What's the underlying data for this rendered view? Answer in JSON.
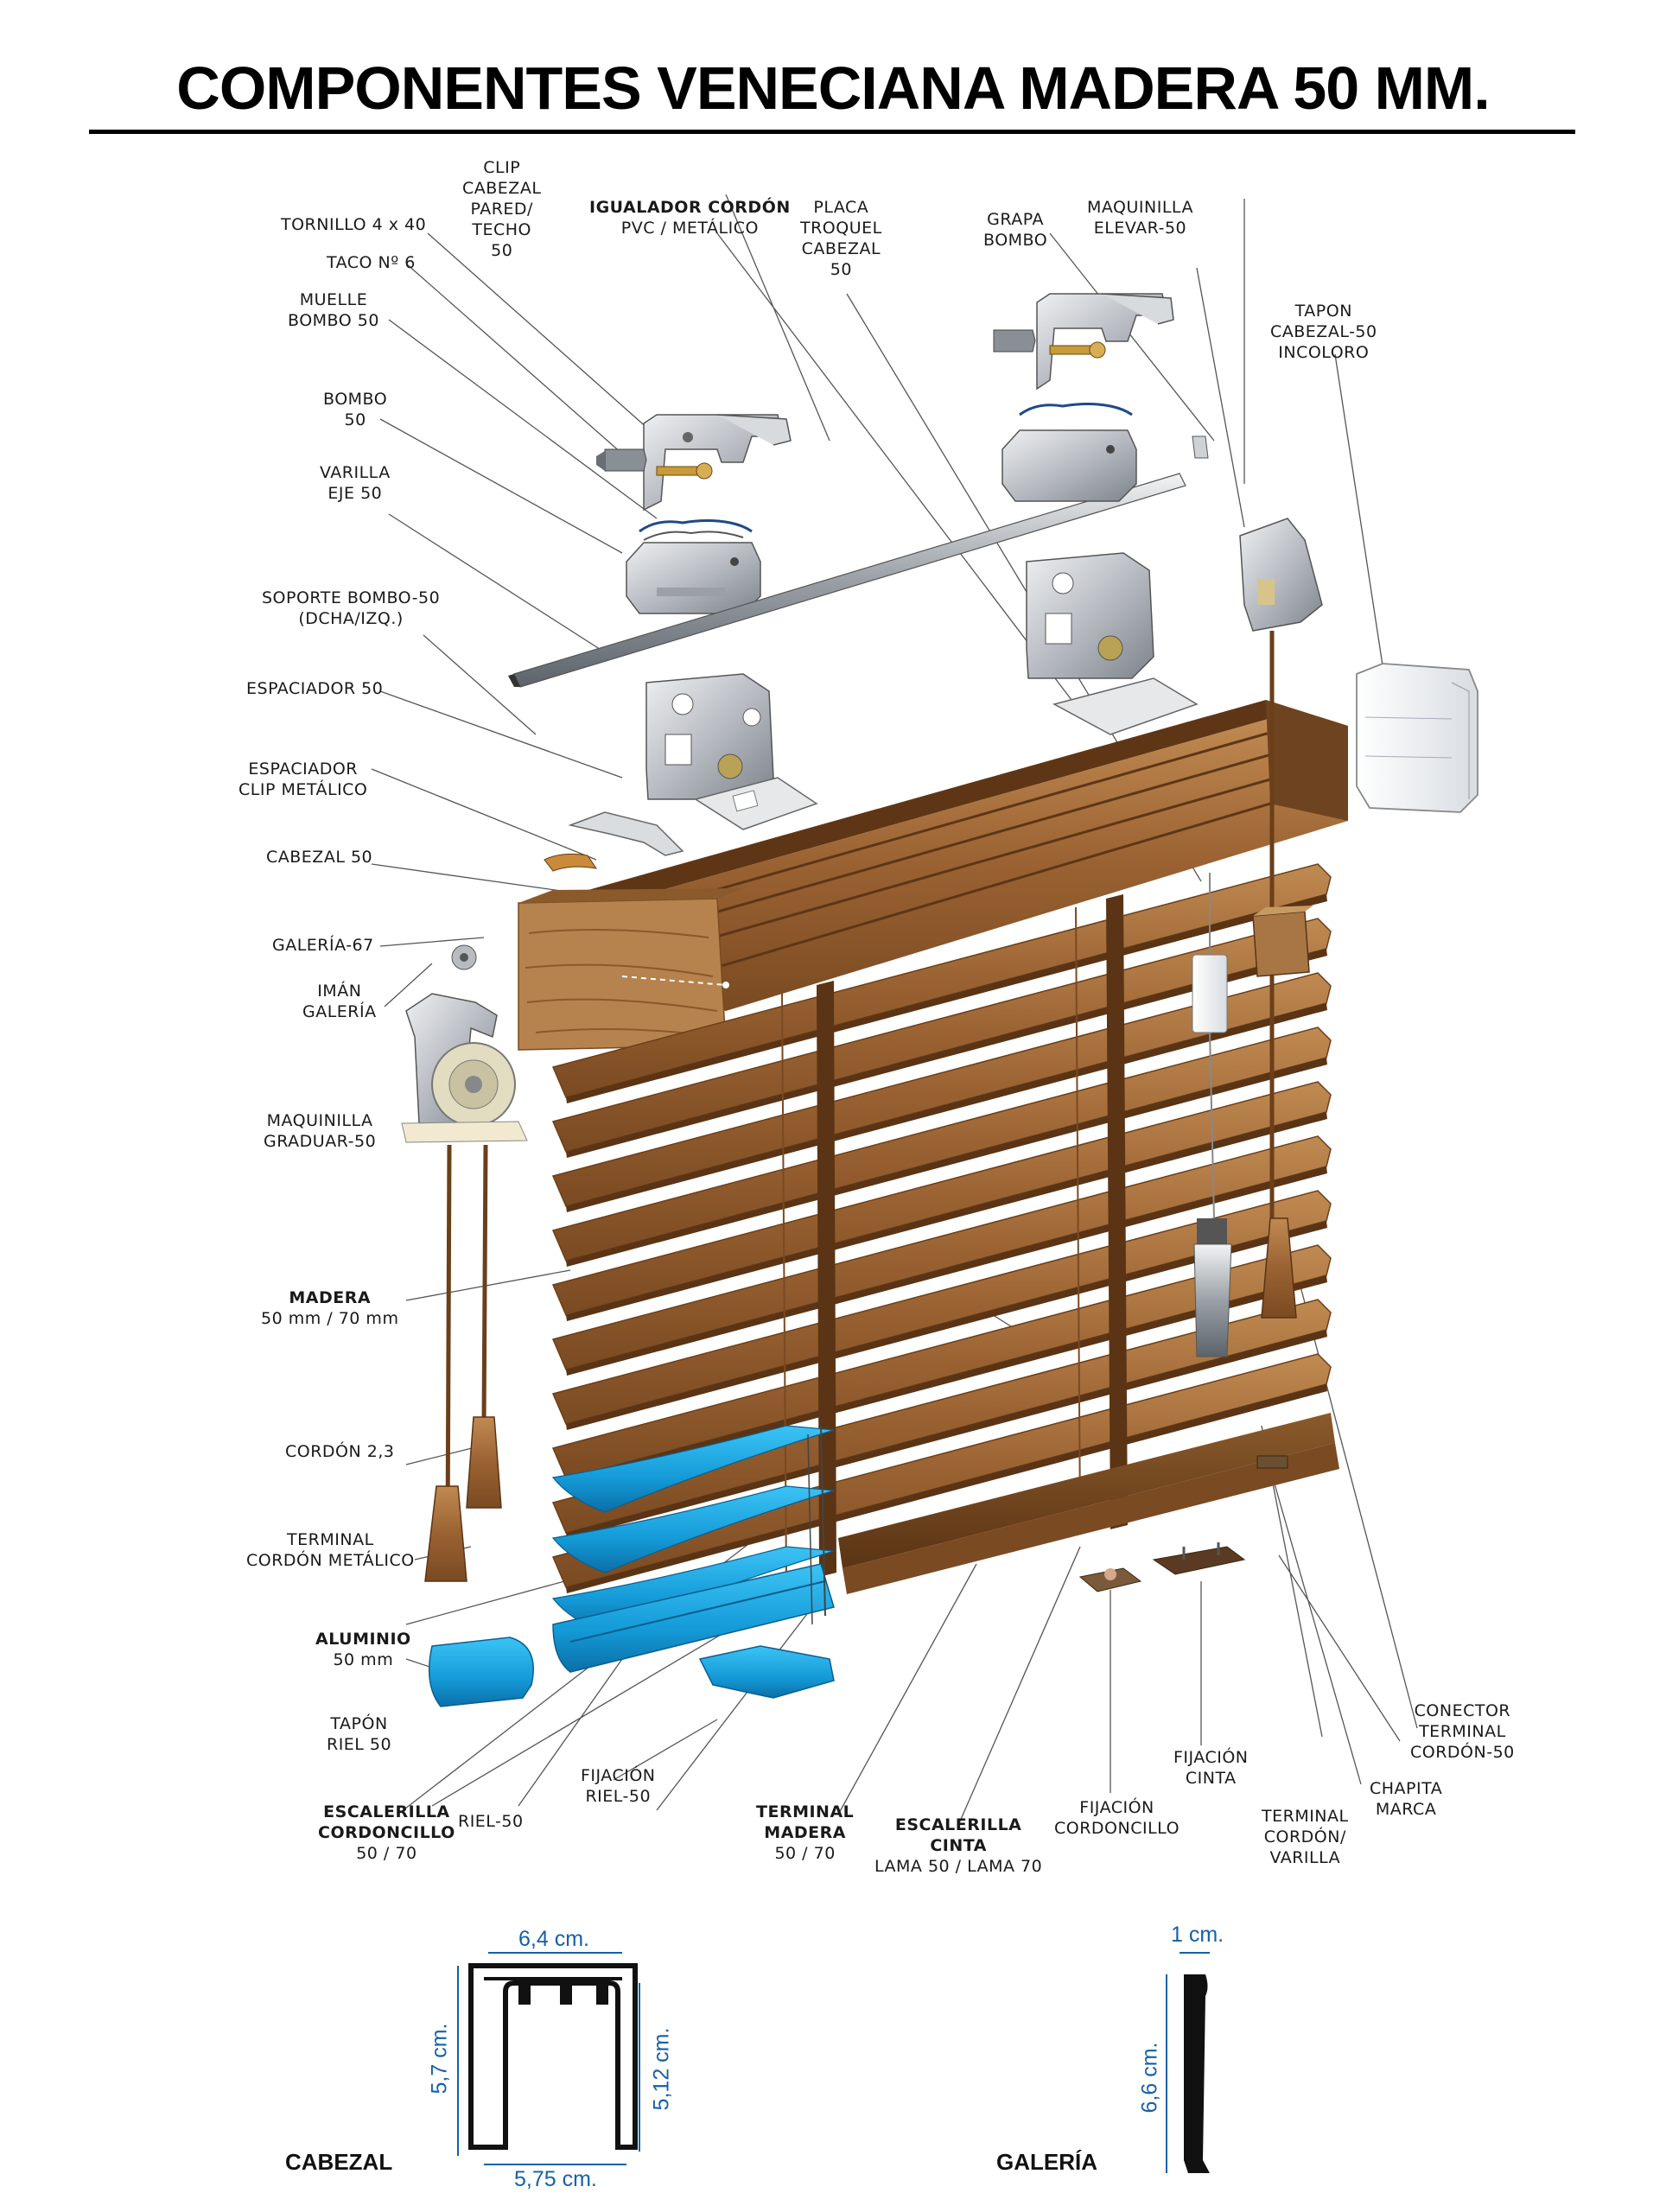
{
  "title": "COMPONENTES VENECIANA MADERA 50 MM.",
  "colors": {
    "wood_dark": "#6b3f1a",
    "wood_mid": "#9a6232",
    "wood_light": "#b98550",
    "aluminium_blue": "#1ba3e0",
    "metal": "#c4c8cc",
    "dimension_blue": "#1560a8"
  },
  "labels": {
    "tornillo": "TORNILLO 4 x 40",
    "taco": "TACO Nº 6",
    "muelle": [
      "MUELLE",
      "BOMBO 50"
    ],
    "bombo": [
      "BOMBO",
      "50"
    ],
    "varilla": [
      "VARILLA",
      "EJE 50"
    ],
    "soporte": [
      "SOPORTE BOMBO-50",
      "(DCHA/IZQ.)"
    ],
    "espaciador": "ESPACIADOR 50",
    "espaciador_clip": [
      "ESPACIADOR",
      "CLIP METÁLICO"
    ],
    "cabezal": "CABEZAL 50",
    "galeria": "GALERÍA-67",
    "iman": [
      "IMÁN",
      "GALERÍA"
    ],
    "maquinilla_graduar": [
      "MAQUINILLA",
      "GRADUAR-50"
    ],
    "madera": [
      "MADERA",
      "50 mm / 70 mm"
    ],
    "cordon": "CORDÓN 2,3",
    "terminal_cordon_metalico": [
      "TERMINAL",
      "CORDÓN METÁLICO"
    ],
    "aluminio": [
      "ALUMINIO",
      "50 mm"
    ],
    "tapon_riel": [
      "TAPÓN",
      "RIEL 50"
    ],
    "escalerilla_cordoncillo": [
      "ESCALERILLA",
      "CORDONCILLO",
      "50  /  70"
    ],
    "riel": "RIEL-50",
    "fijacion_riel": [
      "FIJACIÓN",
      "RIEL-50"
    ],
    "terminal_madera": [
      "TERMINAL",
      "MADERA",
      "50 / 70"
    ],
    "escalerilla_cinta": [
      "ESCALERILLA",
      "CINTA",
      "LAMA 50 / LAMA 70"
    ],
    "fijacion_cordoncillo": [
      "FIJACIÓN",
      "CORDONCILLO"
    ],
    "fijacion_cinta": [
      "FIJACIÓN",
      "CINTA"
    ],
    "terminal_cordon_varilla": [
      "TERMINAL",
      "CORDÓN/",
      "VARILLA"
    ],
    "chapita_marca": [
      "CHAPITA",
      "MARCA"
    ],
    "conector_terminal": [
      "CONECTOR",
      "TERMINAL",
      "CORDÓN-50"
    ],
    "clip_cabezal": [
      "CLIP",
      "CABEZAL",
      "PARED/",
      "TECHO",
      "50"
    ],
    "igualador": [
      "IGUALADOR CORDÓN",
      "PVC /  METÁLICO"
    ],
    "placa_troquel": [
      "PLACA",
      "TROQUEL",
      "CABEZAL",
      "50"
    ],
    "grapa_bombo": [
      "GRAPA",
      "BOMBO"
    ],
    "maquinilla_elevar": [
      "MAQUINILLA",
      "ELEVAR-50"
    ],
    "tapon_cabezal": [
      "TAPON",
      "CABEZAL-50",
      "INCOLORO"
    ]
  },
  "sections": {
    "cabezal": "CABEZAL",
    "galeria": "GALERÍA"
  },
  "dimensions": {
    "cabezal_top": "6,4 cm.",
    "cabezal_left": "5,7 cm.",
    "cabezal_right": "5,12 cm.",
    "cabezal_bottom": "5,75 cm.",
    "galeria_top": "1 cm.",
    "galeria_left": "6,6 cm."
  }
}
